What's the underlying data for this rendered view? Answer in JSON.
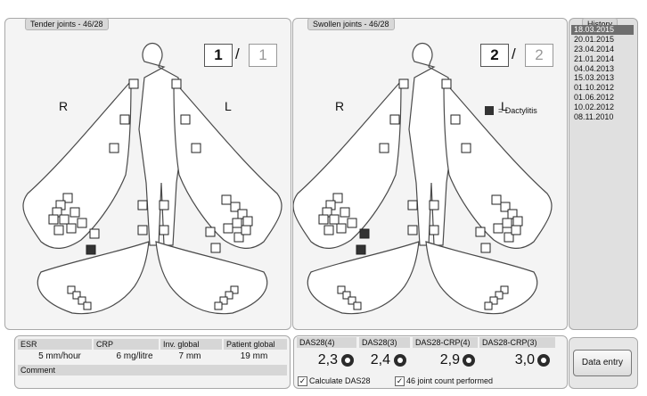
{
  "tender": {
    "title": "Tender joints - 46/28",
    "count_current": "1",
    "count_total": "1",
    "right_label": "R",
    "left_label": "L"
  },
  "swollen": {
    "title": "Swollen joints - 46/28",
    "count_current": "2",
    "count_total": "2",
    "right_label": "R",
    "left_label": "L",
    "legend_text": "= Dactylitis"
  },
  "history": {
    "title": "History",
    "dates": [
      "18.03.2015",
      "20.01.2015",
      "23.04.2014",
      "21.01.2014",
      "04.04.2013",
      "15.03.2013",
      "01.10.2012",
      "01.06.2012",
      "10.02.2012",
      "08.11.2010"
    ],
    "selected_index": 0
  },
  "labs": {
    "esr_label": "ESR",
    "esr_value": "5 mm/hour",
    "crp_label": "CRP",
    "crp_value": "6 mg/litre",
    "inv_label": "Inv. global",
    "inv_value": "7 mm",
    "patient_label": "Patient global",
    "patient_value": "19 mm",
    "comment_label": "Comment"
  },
  "das": {
    "das28_4_label": "DAS28(4)",
    "das28_4_value": "2,3",
    "das28_3_label": "DAS28(3)",
    "das28_3_value": "2,4",
    "crp4_label": "DAS28-CRP(4)",
    "crp4_value": "2,9",
    "crp3_label": "DAS28-CRP(3)",
    "crp3_value": "3,0",
    "calc_label": "Calculate DAS28",
    "calc_checked": true,
    "joint46_label": "46 joint count performed",
    "joint46_checked": true
  },
  "data_entry_label": "Data entry",
  "colors": {
    "panel_bg": "#f4f4f4",
    "header_bg": "#d6d6d6",
    "selected_bg": "#6e6e6e",
    "marked_joint": "#333333"
  }
}
